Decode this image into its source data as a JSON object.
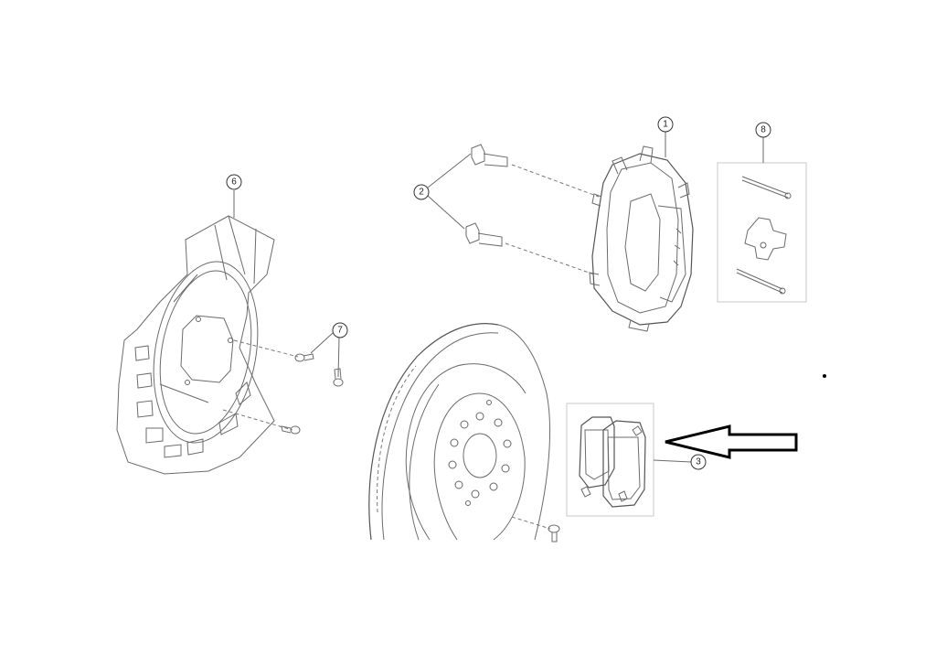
{
  "callouts": {
    "c1": "1",
    "c2": "2",
    "c3": "3",
    "c6": "6",
    "c7": "7",
    "c8": "8"
  },
  "parts": [
    "brake-caliper",
    "caliper-bolts",
    "brake-pads",
    "brake-disc",
    "dust-shield",
    "shield-screws",
    "pad-fitting-kit"
  ],
  "highlight": {
    "target": "brake-pads",
    "arrow_color": "#000000"
  }
}
